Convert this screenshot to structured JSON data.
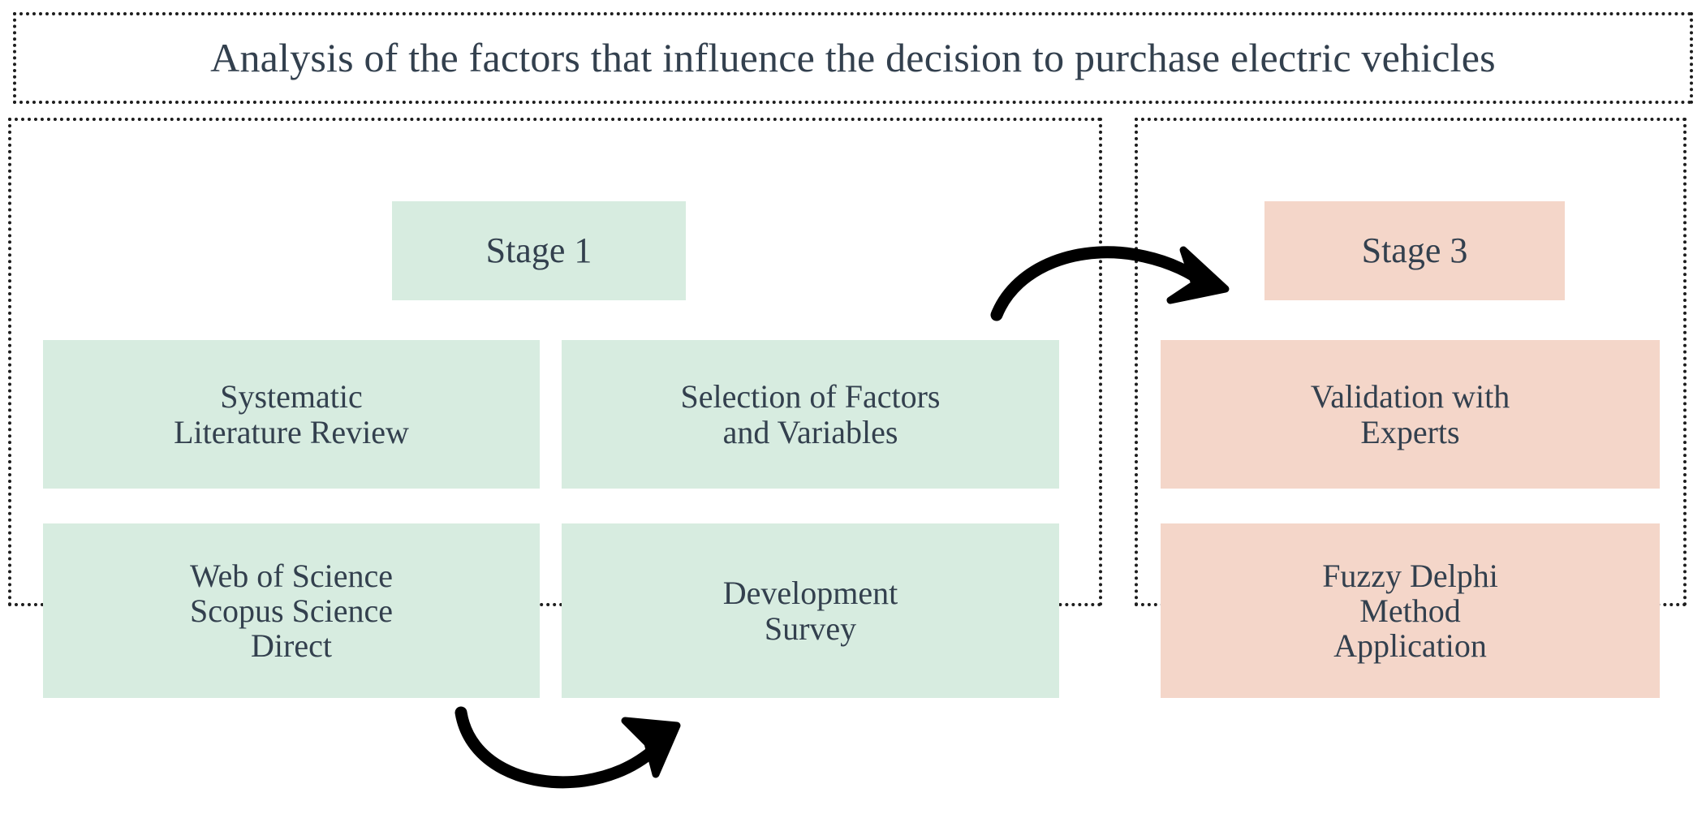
{
  "title": {
    "text": "Analysis of the factors that influence the decision to purchase electric vehicles"
  },
  "colors": {
    "stage1_fill": "#d7ece0",
    "stage3_fill": "#f4d6c9",
    "text": "#33404e",
    "border": "#1d1d1d",
    "arrow": "#000000",
    "background": "#ffffff"
  },
  "panels": [
    {
      "id": "stage-1",
      "header": "Stage 1",
      "fill": "#d7ece0",
      "nodes": [
        {
          "id": "systematic-literature-review",
          "label": "Systematic\nLiterature Review"
        },
        {
          "id": "selection-of-factors-and-variables",
          "label": "Selection of Factors\nand Variables"
        },
        {
          "id": "databases",
          "label": "Web of Science\nScopus Science\nDirect"
        },
        {
          "id": "development-survey",
          "label": "Development\nSurvey"
        }
      ]
    },
    {
      "id": "stage-3",
      "header": "Stage 3",
      "fill": "#f4d6c9",
      "nodes": [
        {
          "id": "validation-with-experts",
          "label": "Validation with\nExperts"
        },
        {
          "id": "fuzzy-delphi-method-application",
          "label": "Fuzzy Delphi\nMethod\nApplication"
        }
      ]
    }
  ],
  "arrows": [
    {
      "id": "arrow-stage1-to-stage3",
      "direction": "left-to-right",
      "style": "curved-arc-up"
    },
    {
      "id": "arrow-within-stage1",
      "direction": "left-to-right",
      "style": "curved-arc-down"
    }
  ]
}
